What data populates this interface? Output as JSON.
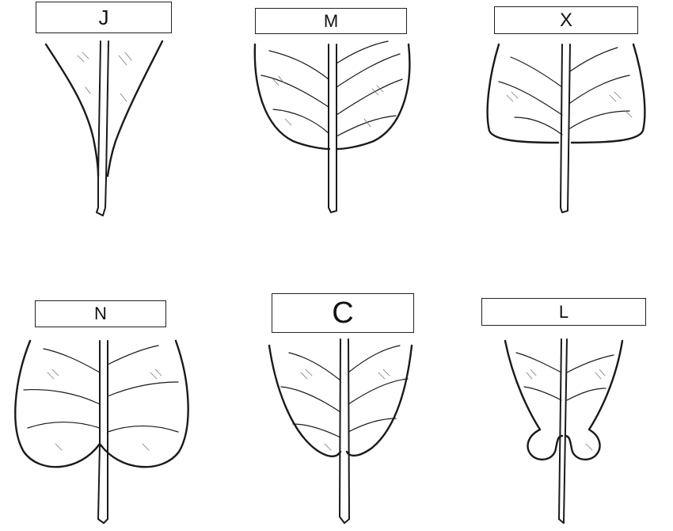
{
  "leaves": [
    {
      "id": "J",
      "label": "J",
      "shape": "attenuate"
    },
    {
      "id": "M",
      "label": "M",
      "shape": "rounded"
    },
    {
      "id": "X",
      "label": "X",
      "shape": "truncate"
    },
    {
      "id": "N",
      "label": "N",
      "shape": "cordate"
    },
    {
      "id": "C",
      "label": "C",
      "shape": "obtuse"
    },
    {
      "id": "L",
      "label": "L",
      "shape": "auriculate"
    }
  ],
  "colors": {
    "ink": "#1a1a1a",
    "hatch": "#777777",
    "background": "#ffffff"
  }
}
